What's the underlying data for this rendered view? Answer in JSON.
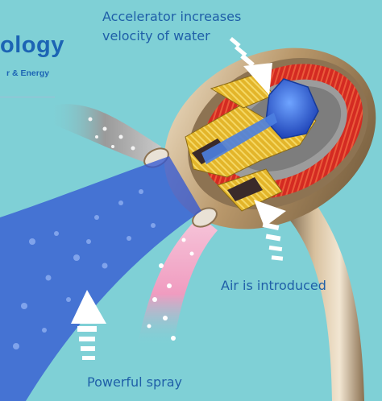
{
  "brand": {
    "word": "ology",
    "subline": "r & Energy"
  },
  "labels": {
    "accelerator_line1": "Accelerator increases",
    "accelerator_line2": "velocity of water",
    "air": "Air is introduced",
    "spray": "Powerful spray"
  },
  "colors": {
    "background": "#7fd0d6",
    "text": "#1f5fa8",
    "housing": "#c9ab82",
    "red_section": "#d42a22",
    "yellow_section": "#e8c02c",
    "water": "#2f5ad0",
    "air_stream": "#f2a6c4"
  },
  "icons": {
    "arrow_accelerator": "striped-arrow-icon",
    "arrow_air": "striped-arrow-icon",
    "arrow_spray": "striped-arrow-icon"
  }
}
